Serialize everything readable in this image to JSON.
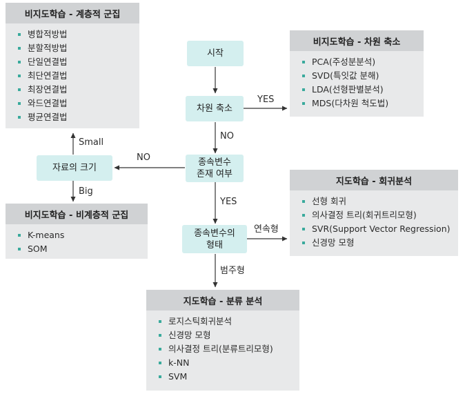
{
  "nodes": {
    "start": "시작",
    "dim_reduction": "차원 축소",
    "dep_var_exists_l1": "종속변수",
    "dep_var_exists_l2": "존재 여부",
    "data_size": "자료의 크기",
    "dep_var_type_l1": "종속변수의",
    "dep_var_type_l2": "형태"
  },
  "edge_labels": {
    "dim_yes": "YES",
    "dim_no": "NO",
    "exists_no": "NO",
    "exists_yes": "YES",
    "size_small": "Small",
    "size_big": "Big",
    "type_continuous": "연속형",
    "type_categorical": "범주형"
  },
  "panels": {
    "hierarchical": {
      "title": "비지도학습 - 계층적 군집",
      "items": [
        "병합적방법",
        "분할적방법",
        "단일연결법",
        "최단연결법",
        "최장연결법",
        "와드연결법",
        "평균연결법"
      ]
    },
    "nonhierarchical": {
      "title": "비지도학습 - 비계층적 군집",
      "items": [
        "K-means",
        "SOM"
      ]
    },
    "dimension": {
      "title": "비지도학습 - 차원 축소",
      "items": [
        "PCA(주성분분석)",
        "SVD(특잇값 분해)",
        "LDA(선형판별분석)",
        "MDS(다차원 척도법)"
      ]
    },
    "regression": {
      "title": "지도학습 - 회귀분석",
      "items": [
        "선형 회귀",
        "의사결정 트리(회귀트리모형)",
        "SVR(Support Vector Regression)",
        "신경망 모형"
      ]
    },
    "classification": {
      "title": "지도학습 - 분류 분석",
      "items": [
        "로지스틱회귀분석",
        "신경망 모형",
        "의사결정 트리(분류트리모형)",
        "k-NN",
        "SVM"
      ]
    }
  }
}
